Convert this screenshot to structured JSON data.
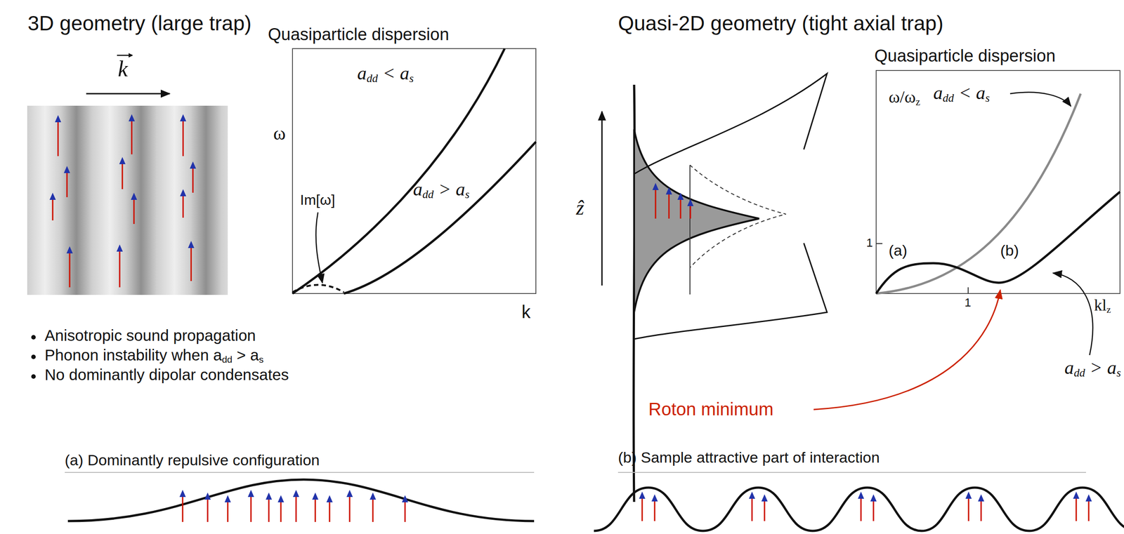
{
  "diagram": {
    "labels": [
      "3D geometry (large trap)",
      "k",
      "Quasiparticle dispersion",
      "ω",
      "add < as",
      "Im[ω]",
      "add > as",
      "k",
      "Anisotropic sound propagation",
      "Phonon instability when add > as",
      "No dominantly dipolar condensates",
      "(a) Dominantly repulsive configuration",
      "Quasi-2D geometry (tight axial trap)",
      "ẑ",
      "Quasiparticle dispersion",
      "ω/ωz",
      "add < as",
      "1",
      "(a)",
      "(b)",
      "1",
      "klz",
      "add > as",
      "Roton minimum",
      "(b) Sample attractive part of interaction"
    ]
  }
}
